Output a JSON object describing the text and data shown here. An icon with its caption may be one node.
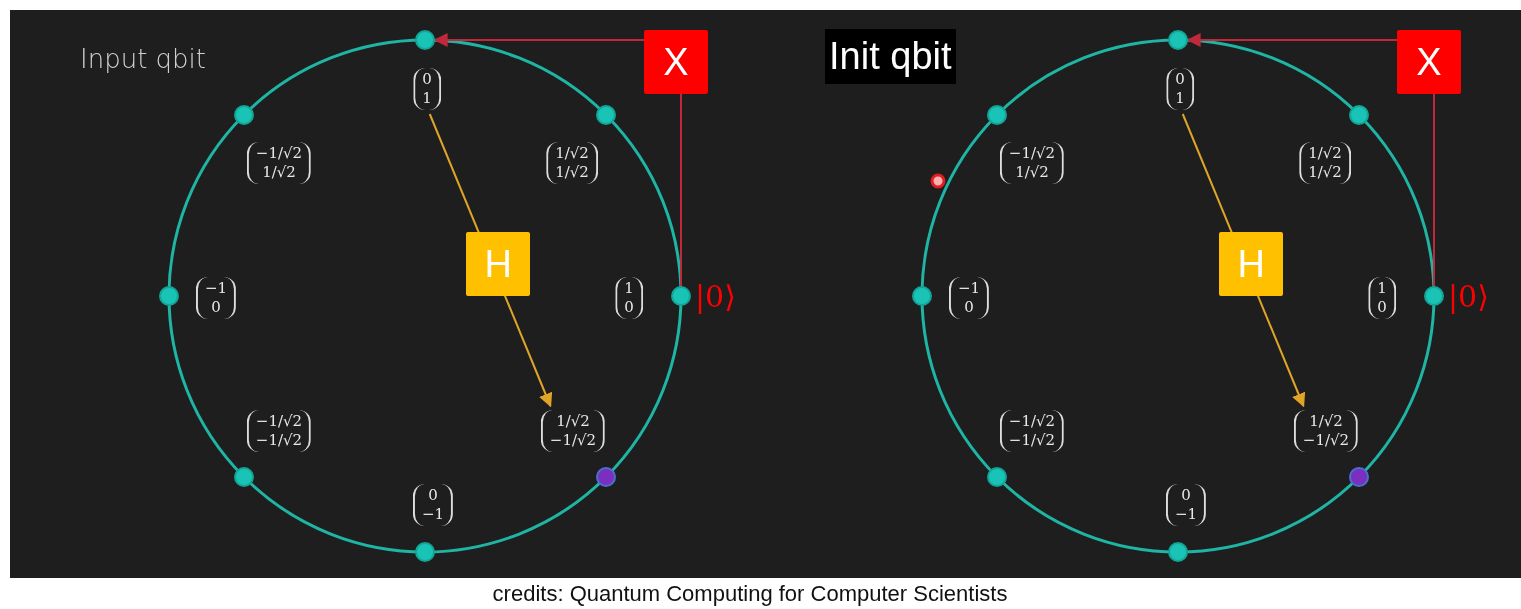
{
  "diagram": {
    "caption": "credits: Quantum Computing for Computer Scientists",
    "nodes": [
      {
        "text": [],
        "shape": "circle"
      },
      {
        "text": [
          "0 1"
        ]
      },
      {
        "text": [],
        "shape": "circle"
      },
      {
        "text": [
          "−1/√2 1/√2"
        ]
      },
      {
        "text": [],
        "shape": "circle"
      },
      {
        "text": [
          "1/√2 1/√2"
        ]
      },
      {
        "text": [],
        "shape": "circle"
      },
      {
        "text": [
          "−1 0"
        ]
      },
      {
        "text": [],
        "shape": "circle",
        "beside": [
          "|0⟩"
        ]
      },
      {
        "text": [
          "1 0"
        ]
      },
      {
        "text": [],
        "shape": "circle"
      },
      {
        "text": [
          "−1/√2 −1/√2"
        ]
      },
      {
        "text": [],
        "shape": "circle"
      },
      {
        "text": [
          "1/√2 −1/√2"
        ]
      },
      {
        "text": [],
        "shape": "circle"
      },
      {
        "text": [
          "0 −1"
        ]
      },
      {
        "text": [],
        "shape": "circle"
      },
      {
        "text": [
          "0 1"
        ]
      },
      {
        "text": [],
        "shape": "circle"
      },
      {
        "text": [
          "−1/√2 1/√2"
        ]
      },
      {
        "text": [],
        "shape": "circle"
      },
      {
        "text": [
          "1/√2 1/√2"
        ]
      },
      {
        "text": [],
        "shape": "circle"
      },
      {
        "text": [
          "−1 0"
        ]
      },
      {
        "text": [],
        "shape": "circle",
        "beside": [
          "|0⟩"
        ]
      },
      {
        "text": [
          "1 0"
        ]
      },
      {
        "text": [],
        "shape": "circle"
      },
      {
        "text": [
          "−1/√2 −1/√2"
        ]
      },
      {
        "text": [],
        "shape": "circle"
      },
      {
        "text": [
          "1/√2 −1/√2"
        ]
      },
      {
        "text": [],
        "shape": "circle"
      },
      {
        "text": [
          "0 −1"
        ]
      }
    ],
    "edges": [
      {
        "from": 8,
        "to": 0,
        "arrow": "to",
        "label": "X",
        "color": "#c0283c"
      },
      {
        "from": 1,
        "to": 13,
        "arrow": "to",
        "label": "H",
        "color": "#e0a526"
      },
      {
        "from": 24,
        "to": 16,
        "arrow": "to",
        "label": "X",
        "color": "#c0283c"
      },
      {
        "from": 17,
        "to": 29,
        "arrow": "to",
        "label": "H",
        "color": "#e0a526"
      }
    ],
    "labels": [
      "Input qbit",
      "Init qbit"
    ]
  }
}
